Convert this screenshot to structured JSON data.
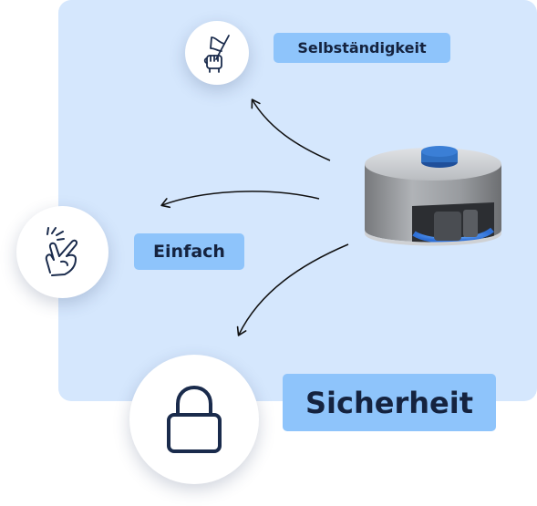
{
  "labels": {
    "selbstaendigkeit": "Selbständigkeit",
    "einfach": "Einfach",
    "sicherheit": "Sicherheit"
  },
  "icons": {
    "top": "raised-fist-flag-icon",
    "middle": "snapping-fingers-hand-icon",
    "bottom": "padlock-icon"
  },
  "colors": {
    "panel_background": "#d5e7fd",
    "label_background": "#8ec4fb",
    "label_text": "#15233f",
    "icon_stroke": "#1a2b4c",
    "device_body": "#a3a6aa",
    "device_button": "#2f6fc1",
    "device_glow": "#3b8cff"
  }
}
